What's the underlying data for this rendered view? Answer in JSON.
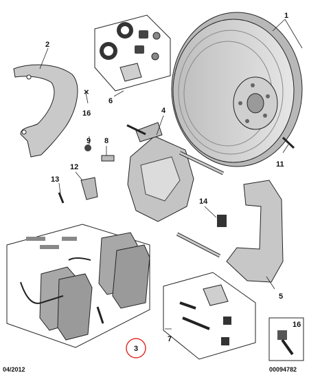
{
  "labels": {
    "l1": "1",
    "l2": "2",
    "l3": "3",
    "l4": "4",
    "l5": "5",
    "l6": "6",
    "l7": "7",
    "l8": "8",
    "l9": "9",
    "l11": "11",
    "l12": "12",
    "l13": "13",
    "l14": "14",
    "l16a": "16",
    "l16b": "16",
    "x_mark": "×"
  },
  "footer": {
    "date": "04/2012",
    "ref": "00094782"
  },
  "colors": {
    "part_fill": "#d4d4d4",
    "part_dark": "#8a8a8a",
    "line": "#222222",
    "highlight_circle": "#e0302e"
  }
}
